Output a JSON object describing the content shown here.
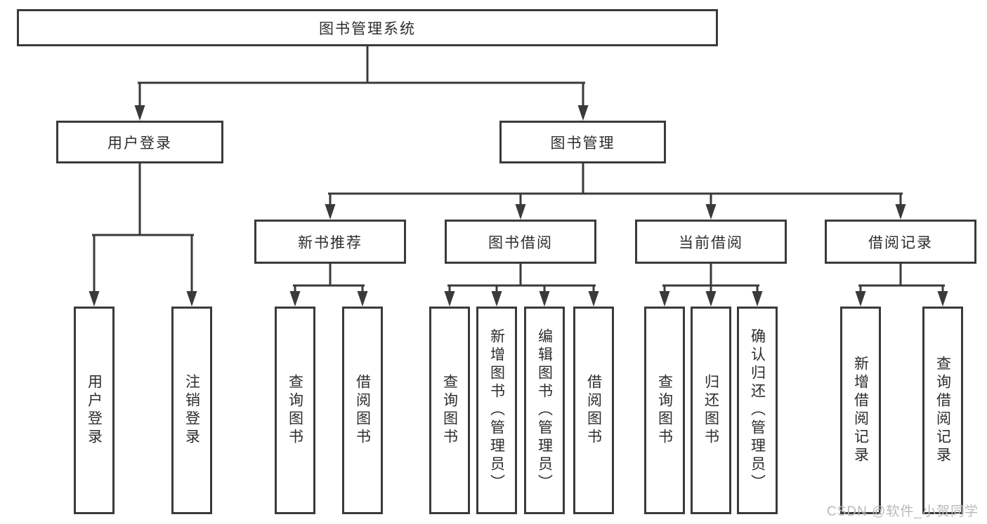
{
  "colors": {
    "line": "#3a3a3a",
    "text": "#2d2d2d",
    "background": "#ffffff",
    "watermark": "#b9b9b9"
  },
  "tree": {
    "root": "图书管理系统",
    "branches": [
      {
        "label": "用户登录",
        "children": [
          "用户登录",
          "注销登录"
        ]
      },
      {
        "label": "图书管理",
        "groups": [
          {
            "label": "新书推荐",
            "children": [
              "查询图书",
              "借阅图书"
            ]
          },
          {
            "label": "图书借阅",
            "children": [
              "查询图书",
              "新增图书（管理员）",
              "编辑图书（管理员）",
              "借阅图书"
            ]
          },
          {
            "label": "当前借阅",
            "children": [
              "查询图书",
              "归还图书",
              "确认归还（管理员）"
            ]
          },
          {
            "label": "借阅记录",
            "children": [
              "新增借阅记录",
              "查询借阅记录"
            ]
          }
        ]
      }
    ]
  },
  "watermark": "CSDN @软件_小贺同学"
}
